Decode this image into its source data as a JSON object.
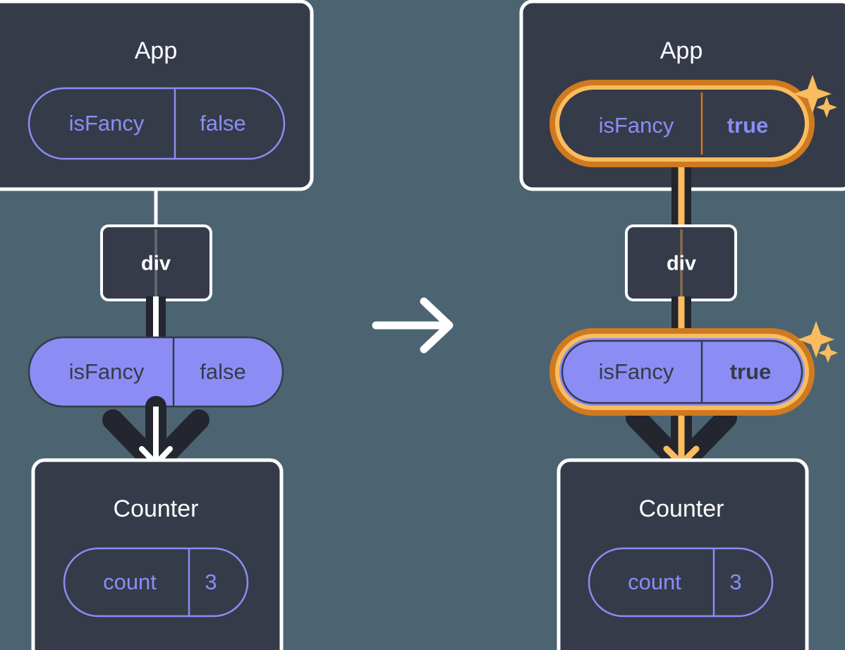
{
  "diagram": {
    "title_semantic": "react-state-propagation-before-after",
    "transition_icon": "right-arrow-icon",
    "colors": {
      "background": "#4c6472",
      "panel_fill": "#353b49",
      "panel_border": "#ffffff",
      "pill_purple": "#8b8df5",
      "pill_outline_text": "#8b8df5",
      "pill_filled_text": "#353b49",
      "highlight_outer": "#cf7a1f",
      "highlight_inner": "#fabc5f",
      "connector_dark": "#23252f",
      "connector_light": "#ffffff",
      "sparkle": "#fabc5f"
    }
  },
  "panels": [
    {
      "id": "before",
      "app": {
        "label": "App",
        "pill": {
          "name": "isFancy",
          "value": "false",
          "style": "outline",
          "highlighted": false,
          "value_bold": false
        }
      },
      "div": {
        "label": "div"
      },
      "prop": {
        "name": "isFancy",
        "value": "false",
        "style": "filled",
        "highlighted": false,
        "value_bold": false
      },
      "counter": {
        "label": "Counter",
        "pill": {
          "name": "count",
          "value": "3",
          "style": "outline",
          "highlighted": false,
          "value_bold": false
        }
      }
    },
    {
      "id": "after",
      "app": {
        "label": "App",
        "pill": {
          "name": "isFancy",
          "value": "true",
          "style": "outline",
          "highlighted": true,
          "value_bold": true
        }
      },
      "div": {
        "label": "div"
      },
      "prop": {
        "name": "isFancy",
        "value": "true",
        "style": "filled",
        "highlighted": true,
        "value_bold": true
      },
      "counter": {
        "label": "Counter",
        "pill": {
          "name": "count",
          "value": "3",
          "style": "outline",
          "highlighted": false,
          "value_bold": false
        }
      }
    }
  ]
}
